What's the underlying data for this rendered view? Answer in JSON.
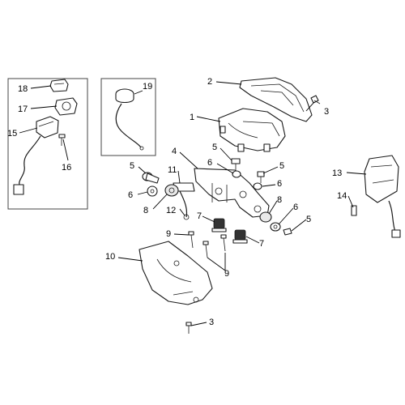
{
  "callouts": {
    "c1": "1",
    "c2": "2",
    "c3a": "3",
    "c3b": "3",
    "c4": "4",
    "c5a": "5",
    "c5b": "5",
    "c5c": "5",
    "c5d": "5",
    "c6a": "6",
    "c6b": "6",
    "c6c": "6",
    "c6d": "6",
    "c7a": "7",
    "c7b": "7",
    "c8a": "8",
    "c8b": "8",
    "c9a": "9",
    "c9b": "9",
    "c10": "10",
    "c11": "11",
    "c12": "12",
    "c13": "13",
    "c14": "14",
    "c15": "15",
    "c16": "16",
    "c17": "17",
    "c18": "18",
    "c19": "19"
  },
  "colors": {
    "line": "#1a1a1a",
    "fill": "#ffffff",
    "frame": "#444444"
  }
}
